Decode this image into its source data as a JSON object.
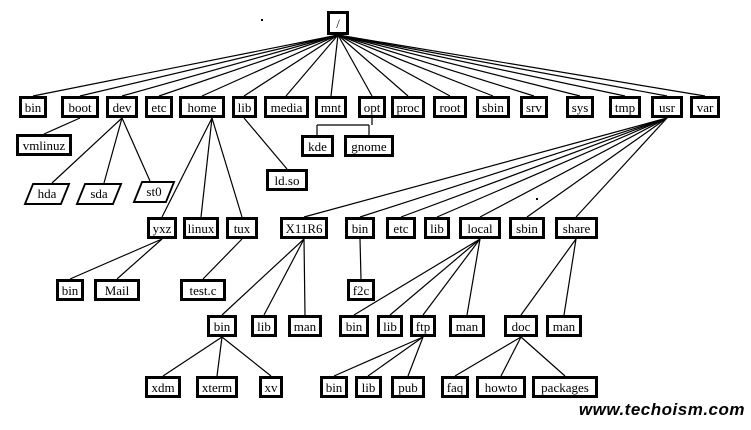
{
  "tree": {
    "root": "/",
    "level1": [
      "bin",
      "boot",
      "dev",
      "etc",
      "home",
      "lib",
      "media",
      "mnt",
      "opt",
      "proc",
      "root",
      "sbin",
      "srv",
      "sys",
      "tmp",
      "usr",
      "var"
    ],
    "boot_children": [
      "vmlinuz"
    ],
    "dev_children": [
      "hda",
      "sda",
      "st0"
    ],
    "home_children": [
      "yxz",
      "linux",
      "tux"
    ],
    "lib_children": [
      "ld.so"
    ],
    "opt_children": [
      "kde",
      "gnome"
    ],
    "yxz_children": [
      "bin",
      "Mail"
    ],
    "tux_children": [
      "test.c"
    ],
    "usr_children": [
      "X11R6",
      "bin",
      "etc",
      "lib",
      "local",
      "sbin",
      "share"
    ],
    "usr_bin_children": [
      "f2c"
    ],
    "x11r6_children": [
      "bin",
      "lib",
      "man"
    ],
    "x11r6_bin_children": [
      "xdm",
      "xterm",
      "xv"
    ],
    "local_children": [
      "bin",
      "lib",
      "ftp",
      "man"
    ],
    "ftp_children": [
      "bin",
      "lib",
      "pub"
    ],
    "share_children": [
      "doc",
      "man"
    ],
    "doc_children": [
      "faq",
      "howto",
      "packages"
    ]
  },
  "watermark": "www.techoism.com"
}
